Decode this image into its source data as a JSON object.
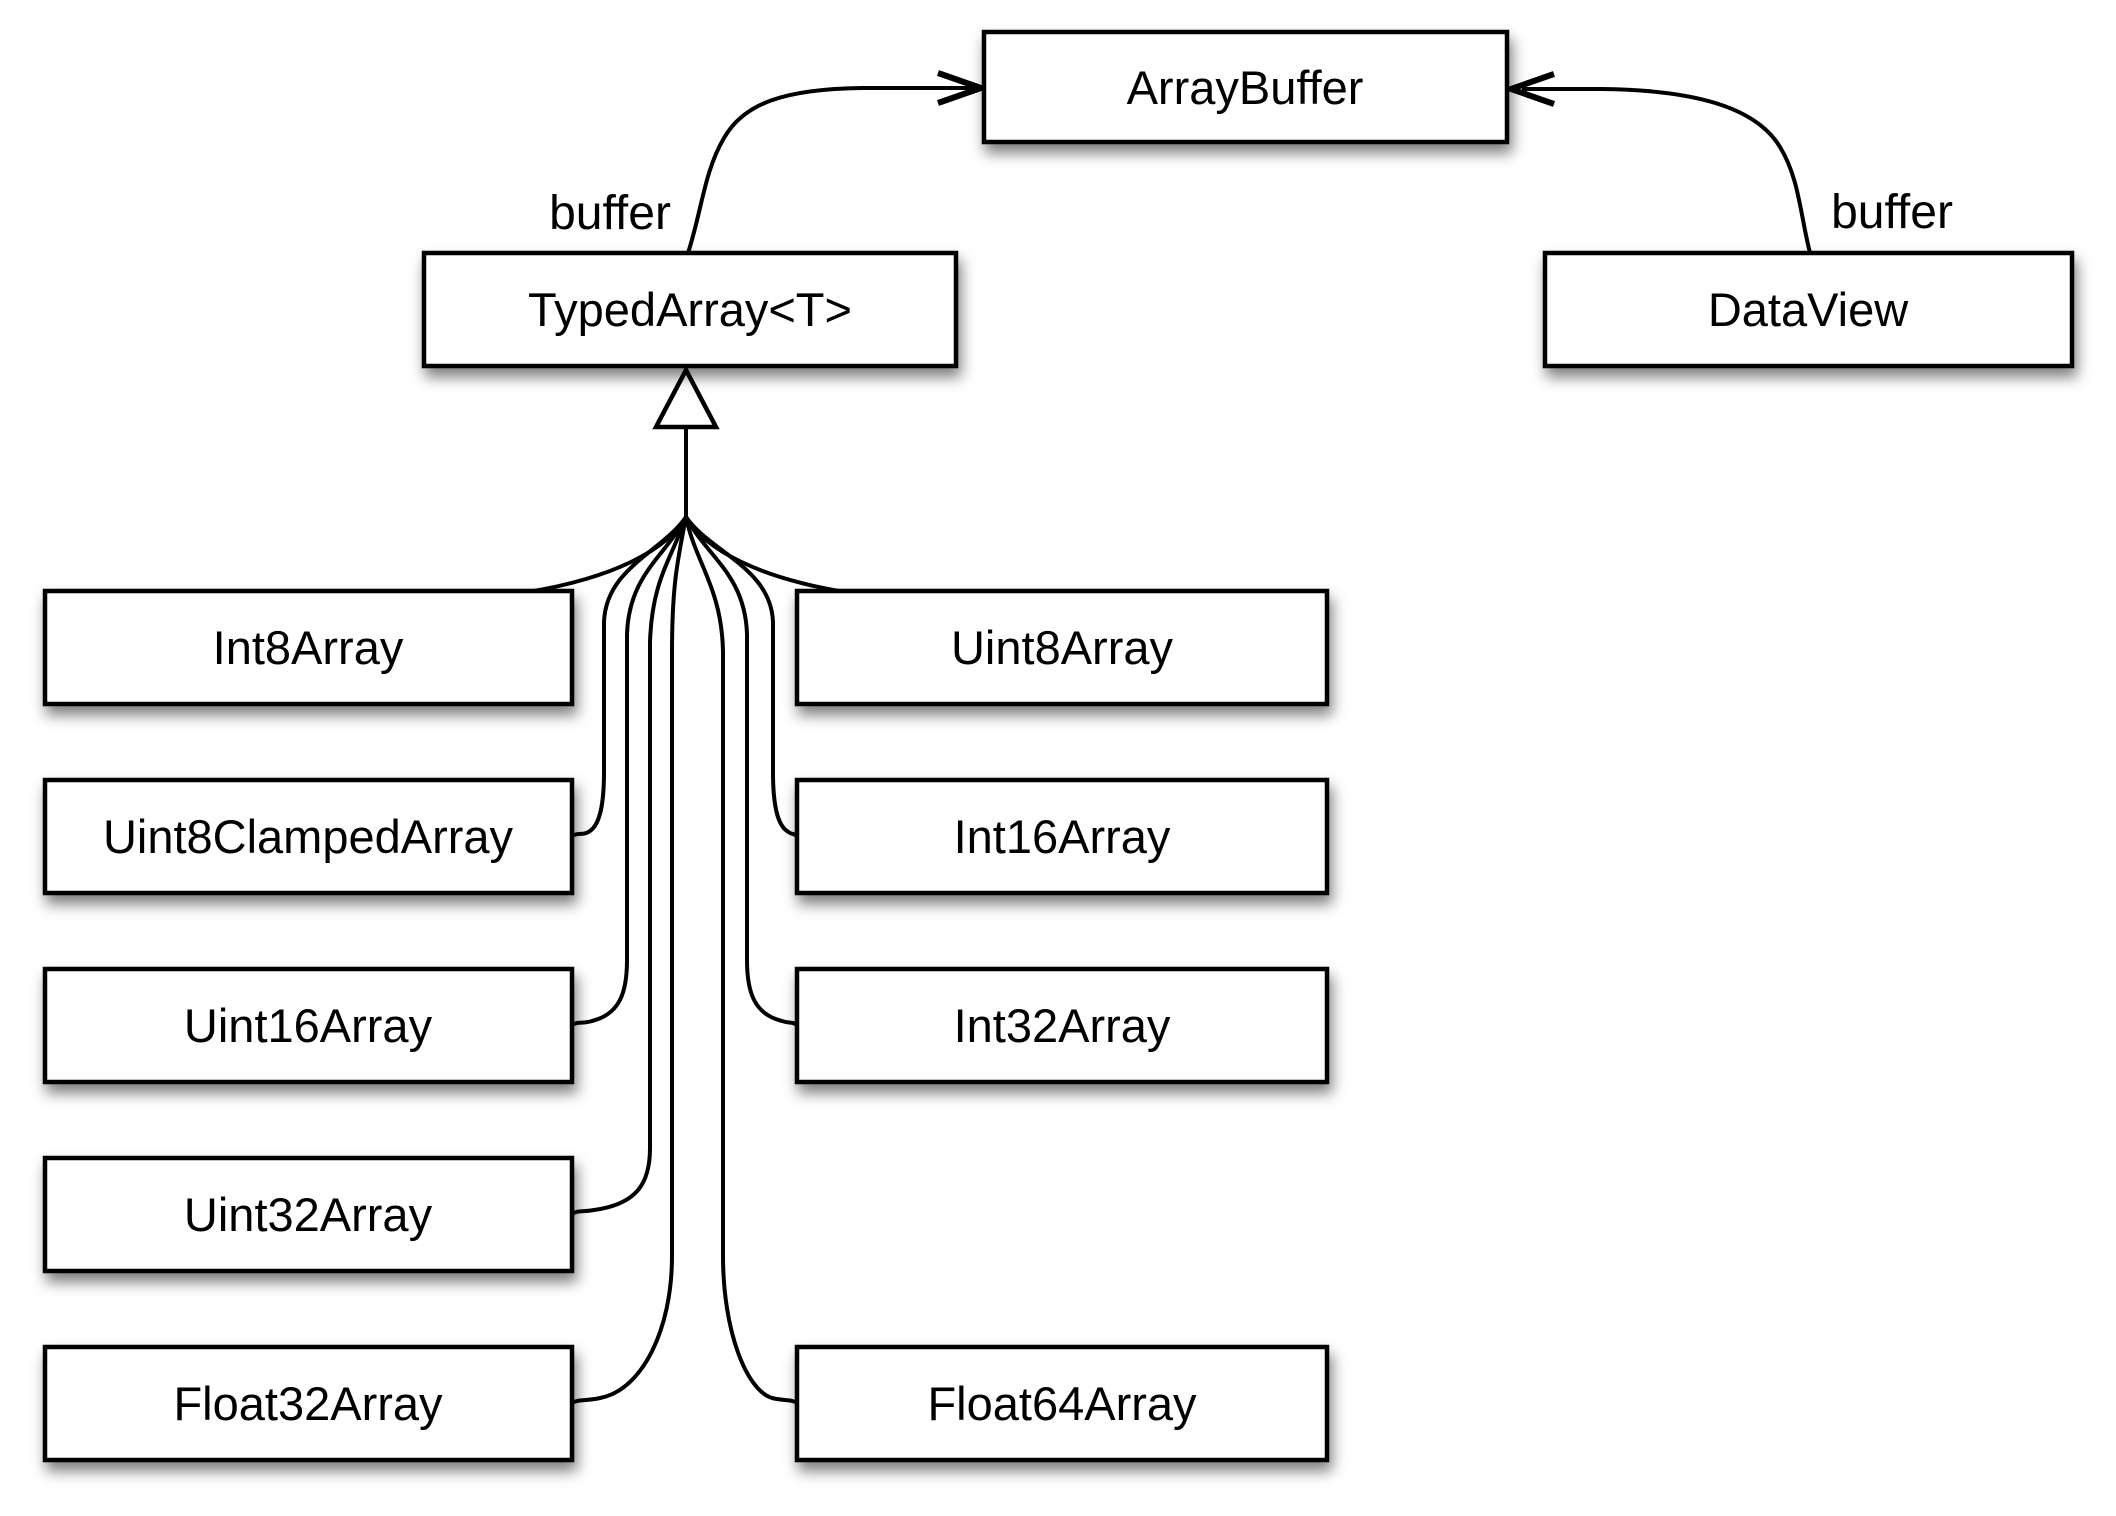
{
  "diagram": {
    "title_hint": "JavaScript typed array class diagram",
    "colors": {
      "stroke": "#000000",
      "box_fill": "#ffffff",
      "background": "#ffffff",
      "text": "#000000"
    },
    "nodes": {
      "arraybuffer": {
        "label": "ArrayBuffer"
      },
      "typedarray": {
        "label": "TypedArray<T>"
      },
      "dataview": {
        "label": "DataView"
      },
      "int8array": {
        "label": "Int8Array"
      },
      "uint8clampedarray": {
        "label": "Uint8ClampedArray"
      },
      "uint16array": {
        "label": "Uint16Array"
      },
      "uint32array": {
        "label": "Uint32Array"
      },
      "float32array": {
        "label": "Float32Array"
      },
      "uint8array": {
        "label": "Uint8Array"
      },
      "int16array": {
        "label": "Int16Array"
      },
      "int32array": {
        "label": "Int32Array"
      },
      "float64array": {
        "label": "Float64Array"
      }
    },
    "edges": {
      "typedarray_to_arraybuffer": {
        "label": "buffer"
      },
      "dataview_to_arraybuffer": {
        "label": "buffer"
      }
    }
  }
}
